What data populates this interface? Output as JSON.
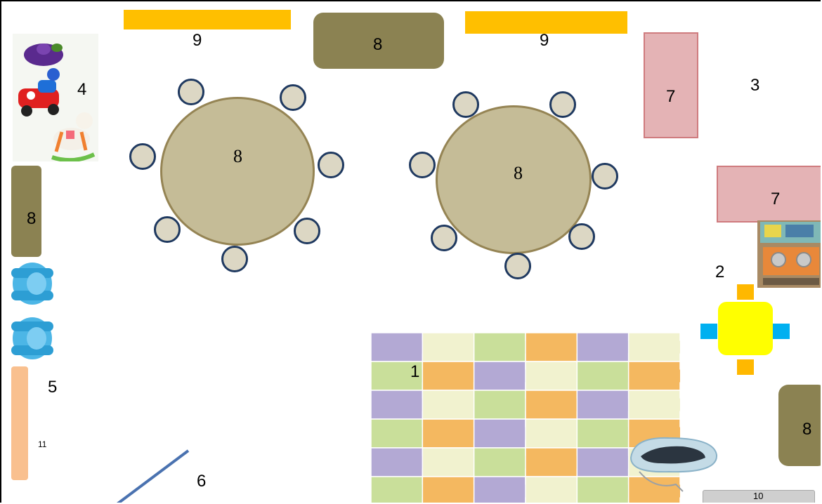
{
  "labels": {
    "mat": "1",
    "kitchen_area": "2",
    "corner": "3",
    "toys": "4",
    "armchairs": "5",
    "line": "6",
    "pink_top": "7",
    "pink_right": "7",
    "table_top": "8",
    "table_left": "8",
    "round_table_left": "8",
    "round_table_right": "8",
    "table_right_bottom": "8",
    "bar_left": "9",
    "bar_right": "9",
    "grey_bar": "10",
    "peach_bar": "11"
  },
  "colors": {
    "olive": "#8b8252",
    "pink": "#e4b3b5",
    "orange": "#ffbf00",
    "round_table": "#c5bc97",
    "chair_outline": "#1f3960",
    "armchair": "#4cb6e6",
    "small_table": "#ffff00",
    "small_seat_orange": "#ffb800",
    "small_seat_blue": "#00b0f0",
    "puzzle_purple": "#b3a9d4",
    "puzzle_orange": "#f4b860",
    "puzzle_green": "#c9df9a",
    "puzzle_cream": "#f1f2cf",
    "line_blue": "#4a72b0",
    "peach": "#f9c08f"
  },
  "icons": [
    "toy-rocker-icon",
    "toy-car-icon",
    "rocking-horse-icon",
    "armchair-icon",
    "play-kitchen-icon",
    "baby-bather-icon"
  ]
}
